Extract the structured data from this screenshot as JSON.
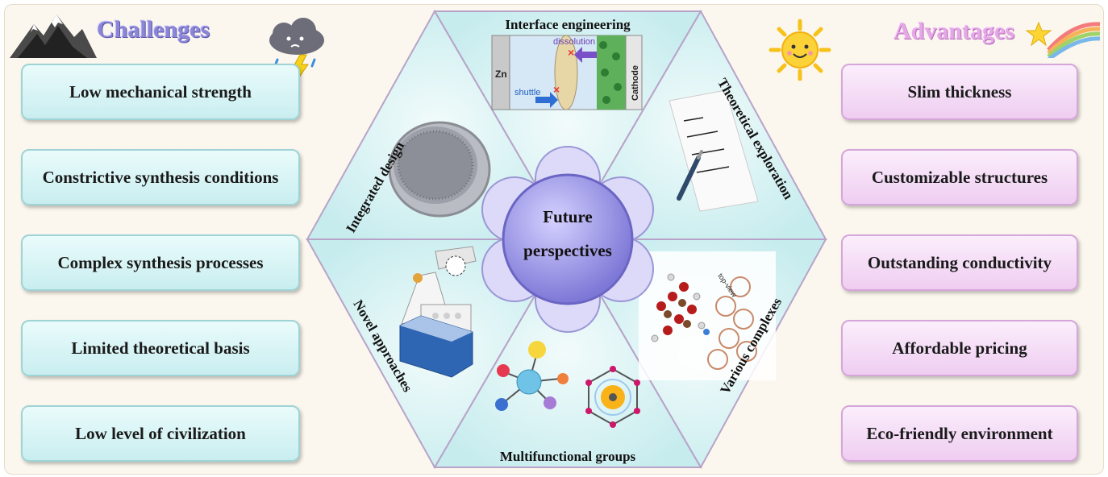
{
  "challenges": {
    "title": "Challenges",
    "items": [
      "Low mechanical strength",
      "Constrictive synthesis conditions",
      "Complex synthesis processes",
      "Limited theoretical basis",
      "Low level of civilization"
    ]
  },
  "advantages": {
    "title": "Advantages",
    "items": [
      "Slim thickness",
      "Customizable structures",
      "Outstanding conductivity",
      "Affordable pricing",
      "Eco-friendly environment"
    ]
  },
  "hexagon": {
    "center_line1": "Future",
    "center_line2": "perspectives",
    "segments": {
      "top": "Interface engineering",
      "top_right": "Theoretical exploration",
      "bottom_right": "Various complexes",
      "bottom": "Multifunctional groups",
      "bottom_left": "Novel approaches",
      "top_left": "Integrated design"
    },
    "interface_labels": {
      "zn": "Zn",
      "cathode": "Cathode",
      "dissolution": "dissolution",
      "shuttle": "shuttle"
    },
    "complex_label": "top-view"
  },
  "colors": {
    "challenge_box": "#c9eef0",
    "advantage_box": "#efcdf1",
    "hex_fill": "#d8f2f3",
    "center_fill": "#9d99e6"
  }
}
